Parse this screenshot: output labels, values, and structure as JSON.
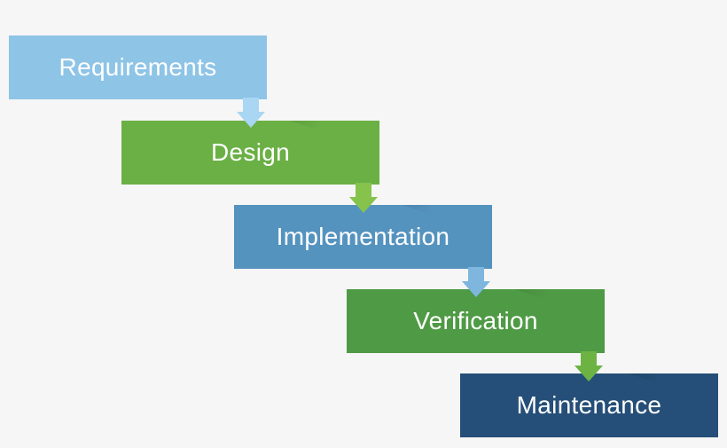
{
  "diagram": {
    "stages": [
      {
        "label": "Requirements",
        "color": "#8ec4e6"
      },
      {
        "label": "Design",
        "color": "#6ab045"
      },
      {
        "label": "Implementation",
        "color": "#5593bf"
      },
      {
        "label": "Verification",
        "color": "#4f9a45"
      },
      {
        "label": "Maintenance",
        "color": "#254f78"
      }
    ],
    "arrows": [
      {
        "color": "#a9d6f2",
        "icon": "arrow-down-icon"
      },
      {
        "color": "#86c34c",
        "icon": "arrow-down-icon"
      },
      {
        "color": "#7fb6dd",
        "icon": "arrow-down-icon"
      },
      {
        "color": "#6cb344",
        "icon": "arrow-down-icon"
      }
    ]
  }
}
